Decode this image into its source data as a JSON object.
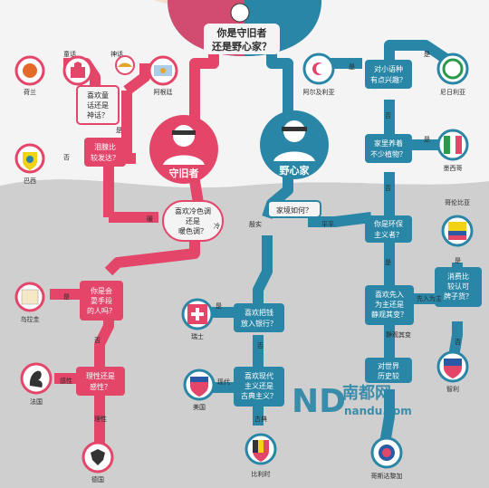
{
  "colors": {
    "red": "#e4466a",
    "blue": "#2a86a6",
    "grey": "#c9c9c9",
    "ink": "#2b2b2b"
  },
  "title": {
    "line1": "你是守旧者",
    "line2": "还是野心家？"
  },
  "roles": {
    "conservative": "守旧者",
    "ambitious": "野心家"
  },
  "questions": {
    "fairy_tale": [
      "喜欢童",
      "话还是",
      "神话？"
    ],
    "underwater": [
      "泪腺比",
      "较发达？"
    ],
    "cold_warm": [
      "喜欢冷色调",
      "还是",
      "暖色调？"
    ],
    "means": [
      "你是会",
      "耍手段",
      "的人吗？"
    ],
    "rational": [
      "理性还是",
      "感性？"
    ],
    "family": "家境如何？",
    "bank": [
      "喜欢把钱",
      "放入银行？"
    ],
    "modern": [
      "喜欢现代",
      "主义还是",
      "古典主义？"
    ],
    "language": [
      "对小语种",
      "有点兴趣？"
    ],
    "plants": [
      "家里养着",
      "不少植物？"
    ],
    "eco": [
      "你是环保",
      "主义者？"
    ],
    "first": [
      "喜欢先入",
      "为主还是",
      "静观其变？"
    ],
    "consume": [
      "消费比",
      "较认可",
      "牌子货？"
    ],
    "history": [
      "对世界",
      "历史较"
    ]
  },
  "answers": {
    "fairy": "童话",
    "myth": "神话",
    "yes": "是",
    "no": "否",
    "warm": "暖",
    "cold": "冷",
    "rich": "殷实",
    "normal": "平平",
    "sensible": "感性",
    "rational": "理性",
    "modern": "现代",
    "classic": "古典",
    "first": "先入为主",
    "wait": "静观其变"
  },
  "countries": {
    "netherlands": {
      "name": "荷兰",
      "icon": "lion-crest-icon"
    },
    "denmark": {
      "name": "",
      "icon": "castle-icon"
    },
    "argentina": {
      "name": "阿根廷",
      "icon": "sun-flag-icon"
    },
    "brazil": {
      "name": "巴西",
      "icon": "brazil-crest-icon"
    },
    "uruguay": {
      "name": "乌拉圭",
      "icon": "uruguay-crest-icon"
    },
    "france": {
      "name": "法国",
      "icon": "rooster-icon"
    },
    "germany": {
      "name": "德国",
      "icon": "eagle-icon"
    },
    "switzerland": {
      "name": "瑞士",
      "icon": "swiss-cross-icon"
    },
    "usa": {
      "name": "美国",
      "icon": "usa-shield-icon"
    },
    "belgium": {
      "name": "比利时",
      "icon": "belgium-crest-icon"
    },
    "algeria": {
      "name": "阿尔及利亚",
      "icon": "crescent-icon"
    },
    "nigeria": {
      "name": "尼日利亚",
      "icon": "nigeria-ring-icon"
    },
    "mexico": {
      "name": "墨西哥",
      "icon": "mexico-crest-icon"
    },
    "colombia": {
      "name": "哥伦比亚",
      "icon": "colombia-crest-icon"
    },
    "chile": {
      "name": "智利",
      "icon": "chile-shield-icon"
    },
    "costarica": {
      "name": "哥斯达黎加",
      "icon": "costarica-crest-icon"
    }
  },
  "watermark": {
    "brand": "南都网",
    "url": "nandu.com",
    "logo_text": "ND"
  }
}
